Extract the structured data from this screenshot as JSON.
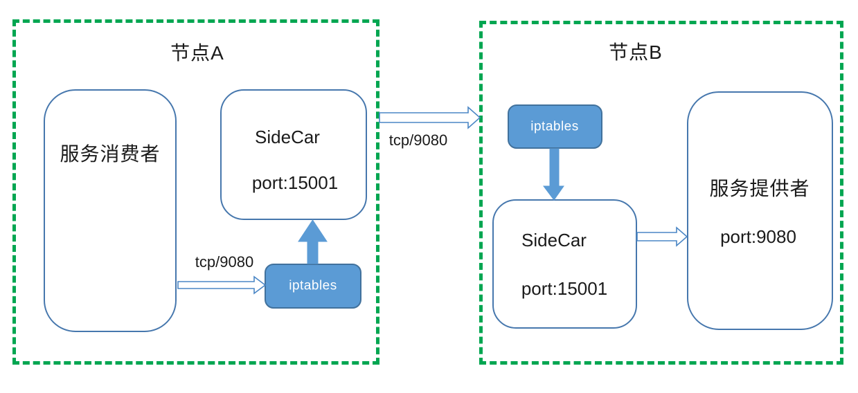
{
  "node_a": {
    "title": "节点A",
    "consumer": {
      "label": "服务消费者"
    },
    "sidecar": {
      "name": "SideCar",
      "port": "port:15001"
    },
    "iptables": {
      "label": "iptables"
    },
    "arrow_label": "tcp/9080"
  },
  "link": {
    "label": "tcp/9080"
  },
  "node_b": {
    "title": "节点B",
    "iptables": {
      "label": "iptables"
    },
    "sidecar": {
      "name": "SideCar",
      "port": "port:15001"
    },
    "provider": {
      "label": "服务提供者",
      "port": "port:9080"
    }
  },
  "colors": {
    "node_border_green": "#00a651",
    "shape_fill_blue": "#5b9bd5",
    "shape_border_blue": "#41719c",
    "box_border_blue": "#4677ad",
    "arrow_outline_blue": "#4a86c5"
  }
}
